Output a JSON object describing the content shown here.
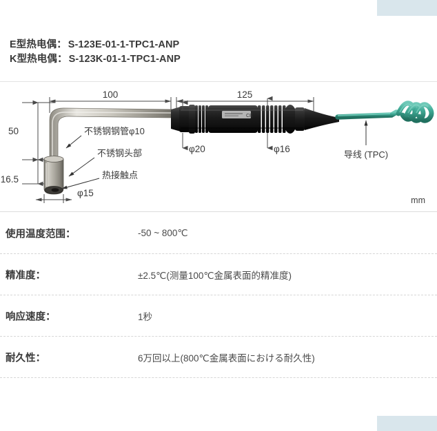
{
  "models": [
    {
      "type_label": "E型热电偶：",
      "code": "S-123E-01-1-TPC1-ANP"
    },
    {
      "type_label": "K型热电偶：",
      "code": "S-123K-01-1-TPC1-ANP"
    }
  ],
  "diagram": {
    "unit": "mm",
    "dimensions": {
      "length_probe": "100",
      "length_handle": "125",
      "height_vertical": "50",
      "height_head": "16.5",
      "dia_head": "φ15",
      "dia_tube": "φ10",
      "dia_grip_large": "φ20",
      "dia_grip_small": "φ16"
    },
    "callouts": {
      "tube": "不锈钢钢管φ10",
      "head": "不锈钢头部",
      "junction": "热接触点",
      "cable": "导线 (TPC)"
    },
    "colors": {
      "steel": "#b9b6ae",
      "handle": "#1f1f1f",
      "cable": "#3aa894",
      "dimension_line": "#4a4a4a"
    }
  },
  "specs": [
    {
      "label": "使用温度范围：",
      "value": "-50 ~ 800℃"
    },
    {
      "label": "精准度：",
      "value": "±2.5℃(测量100℃金属表面的精准度)"
    },
    {
      "label": "响应速度：",
      "value": "1秒"
    },
    {
      "label": "耐久性：",
      "value": "6万回以上(800℃金属表面における耐久性)"
    }
  ],
  "decoration": {
    "accent_color": "#d9e6ec"
  }
}
